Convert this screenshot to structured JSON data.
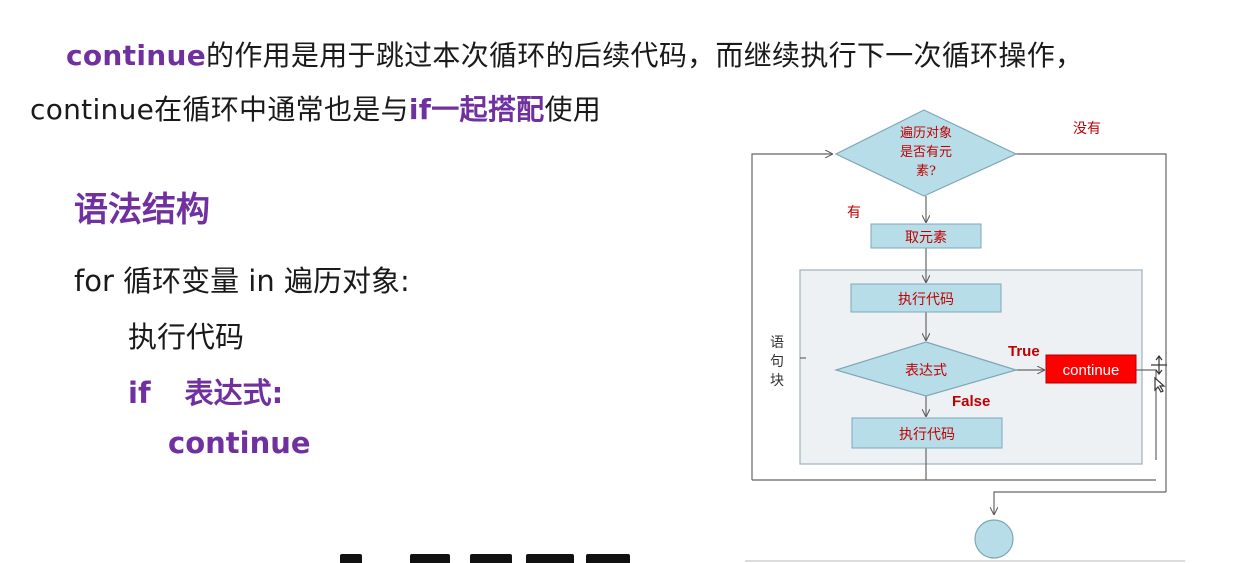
{
  "intro": {
    "line1_keyword": "continue",
    "line1_text": "的作用是用于跳过本次循环的后续代码，而继续执行下一次循环操作，",
    "line2_prefix": "continue在循环中通常也是与",
    "line2_keyword": "if一起搭配",
    "line2_suffix": "使用"
  },
  "syntax": {
    "title": "语法结构",
    "line_for": "for 循环变量 in 遍历对象:",
    "line_exec": "执行代码",
    "line_if_keyword": "if",
    "line_if_expr": "表达式:",
    "line_continue": "continue"
  },
  "flowchart": {
    "decision_line1": "遍历对象",
    "decision_line2": "是否有元",
    "decision_line3": "素?",
    "label_none": "没有",
    "label_has": "有",
    "take_element": "取元素",
    "exec_code_1": "执行代码",
    "expression": "表达式",
    "label_true": "True",
    "label_false": "False",
    "continue_box": "continue",
    "exec_code_2": "执行代码",
    "block_label_1": "语",
    "block_label_2": "句",
    "block_label_3": "块"
  },
  "colors": {
    "keyword_purple": "#7030a0",
    "flow_red_text": "#c00000",
    "flow_shape_fill": "#b7dde8",
    "continue_fill": "#ff0000",
    "block_fill": "#eef1f4"
  }
}
